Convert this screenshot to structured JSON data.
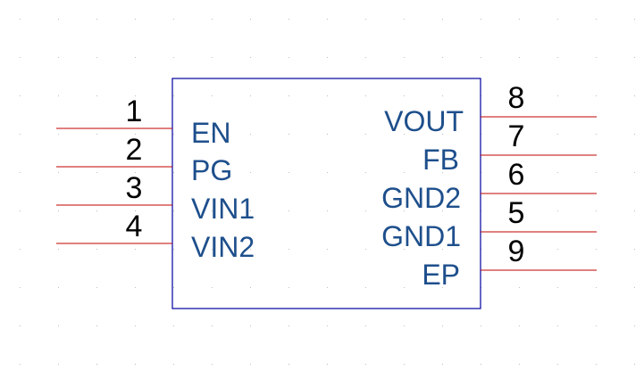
{
  "colors": {
    "background": "#ffffff",
    "grid_dot": "#bdbdbd",
    "body_outline": "#0000a0",
    "pin_line": "#c00000",
    "pin_name": "#1e4f8c",
    "pin_number": "#000000"
  },
  "component": {
    "left_pins": [
      {
        "number": "1",
        "name": "EN"
      },
      {
        "number": "2",
        "name": "PG"
      },
      {
        "number": "3",
        "name": "VIN1"
      },
      {
        "number": "4",
        "name": "VIN2"
      }
    ],
    "right_pins": [
      {
        "number": "8",
        "name": "VOUT"
      },
      {
        "number": "7",
        "name": "FB"
      },
      {
        "number": "6",
        "name": "GND2"
      },
      {
        "number": "5",
        "name": "GND1"
      },
      {
        "number": "9",
        "name": "EP"
      }
    ]
  }
}
